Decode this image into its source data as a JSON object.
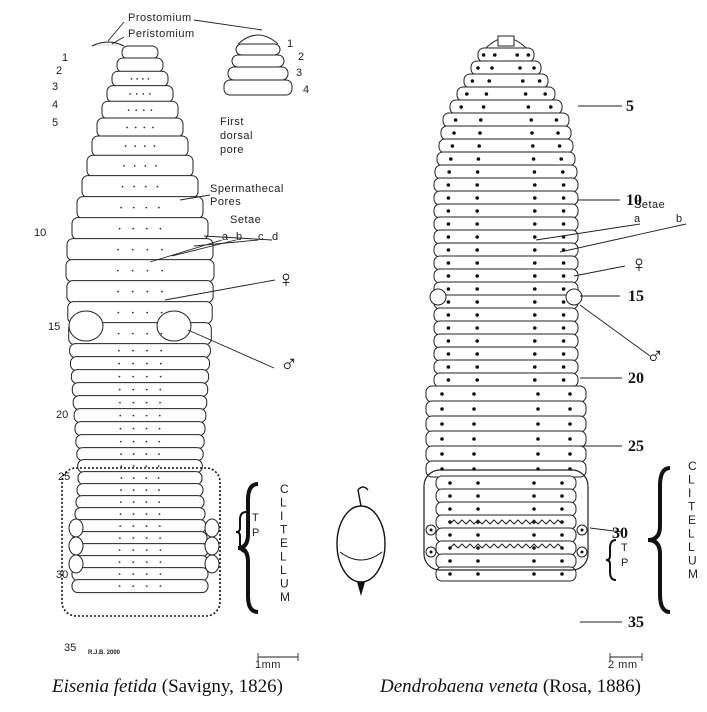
{
  "left_figure": {
    "caption_species": "Eisenia fetida",
    "caption_authority": "(Savigny, 1826)",
    "labels": {
      "prostomium": "Prostomium",
      "peristomium": "Peristomium",
      "first_dorsal_pore": [
        "First",
        "dorsal",
        "pore"
      ],
      "spermathecal_pores": [
        "Spermathecal",
        "Pores"
      ],
      "setae": "Setae",
      "setae_letters": [
        "a",
        "b",
        "c",
        "d"
      ],
      "female": "♀",
      "male": "♂",
      "tp": [
        "T",
        "P"
      ],
      "clitellum": [
        "C",
        "L",
        "I",
        "T",
        "E",
        "L",
        "L",
        "U",
        "M"
      ],
      "scale": "1mm",
      "signature": "R.J.B. 2000"
    },
    "segment_numbers": [
      "1",
      "2",
      "3",
      "4",
      "5",
      "10",
      "15",
      "20",
      "25",
      "30",
      "35"
    ],
    "inset_numbers": [
      "1",
      "2",
      "3",
      "4"
    ]
  },
  "right_figure": {
    "caption_species": "Dendrobaena veneta",
    "caption_authority": "(Rosa, 1886)",
    "labels": {
      "setae": "Setae",
      "setae_letters": [
        "a",
        "b"
      ],
      "female": "♀",
      "male": "♂",
      "tp": [
        "T",
        "P"
      ],
      "clitellum": [
        "C",
        "L",
        "I",
        "T",
        "E",
        "L",
        "L",
        "U",
        "M"
      ],
      "scale": "2 mm"
    },
    "segment_numbers": [
      "5",
      "10",
      "15",
      "20",
      "25",
      "30",
      "35"
    ]
  }
}
